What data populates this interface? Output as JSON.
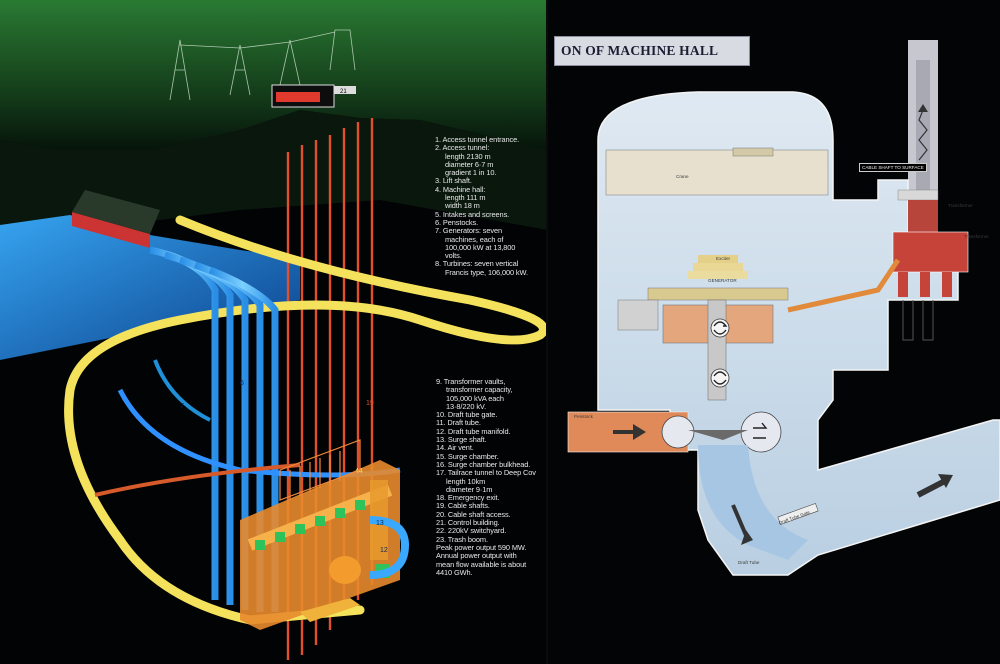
{
  "left_panel": {
    "legend_a": {
      "items": [
        {
          "text": "1. Access tunnel entrance."
        },
        {
          "text": "2. Access tunnel:"
        },
        {
          "text": "length 2130 m",
          "sub": true
        },
        {
          "text": "diameter 6·7 m",
          "sub": true
        },
        {
          "text": "gradient 1 in 10.",
          "sub": true
        },
        {
          "text": "3. Lift shaft."
        },
        {
          "text": "4. Machine hall:"
        },
        {
          "text": "length 111 m",
          "sub": true
        },
        {
          "text": "width 18 m",
          "sub": true
        },
        {
          "text": "5. Intakes and screens."
        },
        {
          "text": "6. Penstocks."
        },
        {
          "text": "7. Generators: seven"
        },
        {
          "text": "machines, each of",
          "sub": true
        },
        {
          "text": "100,000 kW at 13,800",
          "sub": true
        },
        {
          "text": "volts.",
          "sub": true
        },
        {
          "text": "8. Turbines: seven vertical"
        },
        {
          "text": "Francis type, 106,000 kW.",
          "sub": true
        }
      ]
    },
    "legend_b": {
      "items": [
        {
          "text": "9. Transformer vaults,"
        },
        {
          "text": "transformer capacity,",
          "sub": true
        },
        {
          "text": "105,000 kVA each",
          "sub": true
        },
        {
          "text": "13·8/220 kV.",
          "sub": true
        },
        {
          "text": "10. Draft tube gate."
        },
        {
          "text": "11. Draft tube."
        },
        {
          "text": "12. Draft tube manifold."
        },
        {
          "text": "13. Surge shaft."
        },
        {
          "text": "14. Air vent."
        },
        {
          "text": "15. Surge chamber."
        },
        {
          "text": "16. Surge chamber bulkhead."
        },
        {
          "text": "17. Tailrace tunnel to Deep Cov"
        },
        {
          "text": "length 10km",
          "sub": true
        },
        {
          "text": "diameter 9·1m",
          "sub": true
        },
        {
          "text": "18. Emergency exit."
        },
        {
          "text": "19. Cable shafts."
        },
        {
          "text": "20. Cable shaft access."
        },
        {
          "text": "21. Control building."
        },
        {
          "text": "22. 220kV switchyard."
        },
        {
          "text": "23. Trash boom."
        },
        {
          "text": "Peak power output 590 MW."
        },
        {
          "text": "Annual power output with"
        },
        {
          "text": "mean flow available is about"
        },
        {
          "text": "4410 GWh."
        }
      ]
    },
    "diagram_numbers": [
      "21",
      "6",
      "7",
      "19",
      "44",
      "13",
      "12"
    ]
  },
  "right_panel": {
    "title": "ON OF MACHINE HALL",
    "labels": {
      "crane": "Crane",
      "exciter": "Exciter",
      "generator": "GENERATOR",
      "penstock": "Penstock",
      "draft_tube": "Draft Tube",
      "draft_tube_gate": "Draft Tube Gate",
      "cable_shaft": "CABLE SHAFT TO SURFACE",
      "transformer": "Transformer",
      "transformer_2": "Transformer"
    }
  },
  "colors": {
    "hillside": "#1d5a28",
    "water": "#1f8fd8",
    "penstock_blue": "#4fb3ff",
    "cable_red": "#e0502a",
    "tunnel_yellow": "#f4e25c",
    "manifold_orange": "#e88a2c",
    "hall_blue": "#a8c7e0",
    "transformer_red": "#c6433a",
    "plaque": "#d9dbe3"
  }
}
